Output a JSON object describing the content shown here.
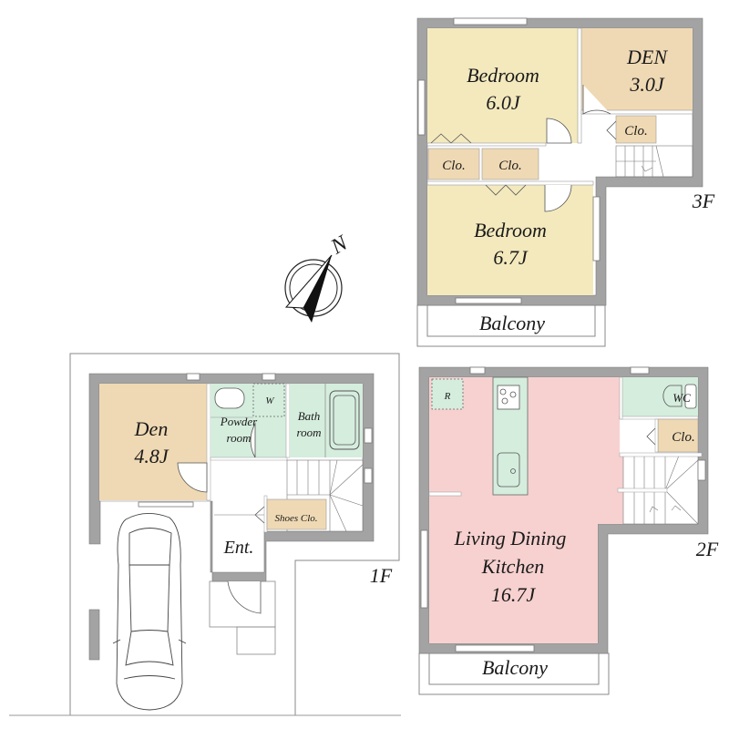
{
  "colors": {
    "bedroom": "#f3e9bd",
    "den": "#efd9b4",
    "closet": "#efd9b4",
    "wet": "#d5eddd",
    "ldk": "#f6d1d0",
    "wall": "#a3a3a3"
  },
  "floor3": {
    "label": "3F",
    "rooms": [
      {
        "name": "Bedroom",
        "size": "6.0J"
      },
      {
        "name": "DEN",
        "size": "3.0J"
      },
      {
        "name": "Bedroom",
        "size": "6.7J"
      }
    ],
    "closets": [
      "Clo.",
      "Clo.",
      "Clo."
    ],
    "balcony": "Balcony"
  },
  "floor2": {
    "label": "2F",
    "ldk": {
      "name_line1": "Living Dining",
      "name_line2": "Kitchen",
      "size": "16.7J"
    },
    "wc": "WC",
    "closet": "Clo.",
    "fridge": "R",
    "balcony": "Balcony"
  },
  "floor1": {
    "label": "1F",
    "den": {
      "name": "Den",
      "size": "4.8J"
    },
    "powder": {
      "line1": "Powder",
      "line2": "room"
    },
    "washer": "W",
    "bath": {
      "line1": "Bath",
      "line2": "room"
    },
    "shoes": "Shoes Clo.",
    "entrance": "Ent."
  },
  "compass": {
    "north": "N"
  }
}
